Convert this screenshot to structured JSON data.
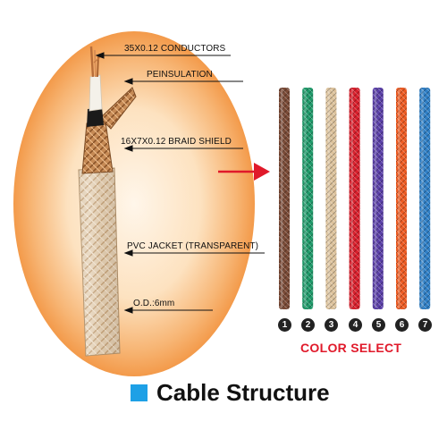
{
  "callouts": [
    {
      "label": "35X0.12 CONDUCTORS"
    },
    {
      "label": "PEINSULATION"
    },
    {
      "label": "16X7X0.12 BRAID SHIELD"
    },
    {
      "label": "PVC JACKET (TRANSPARENT)"
    },
    {
      "label": "O.D.:6mm"
    }
  ],
  "color_select": {
    "label": "COLOR SELECT",
    "label_color": "#e0192a",
    "swatches": [
      {
        "number": "1",
        "color": "#7a4a36"
      },
      {
        "number": "2",
        "color": "#1f9a6a"
      },
      {
        "number": "3",
        "color": "#dcc29c"
      },
      {
        "number": "4",
        "color": "#d91f2c"
      },
      {
        "number": "5",
        "color": "#5a3fa8"
      },
      {
        "number": "6",
        "color": "#ee5b22"
      },
      {
        "number": "7",
        "color": "#2f7fc6"
      }
    ]
  },
  "title": {
    "text": "Cable Structure",
    "marker_color": "#1ea0e6"
  },
  "arrow_color": "#e0192a"
}
